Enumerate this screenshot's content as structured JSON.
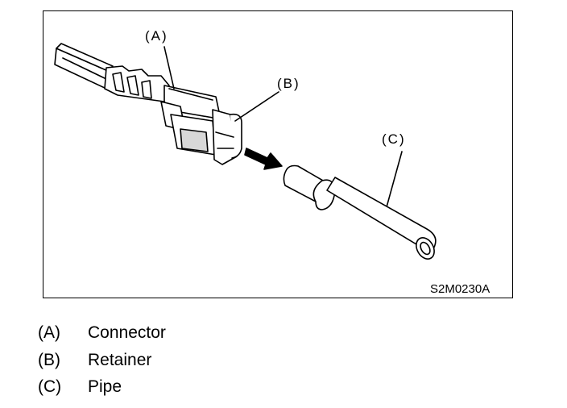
{
  "figure": {
    "code": "S2M0230A",
    "callouts": {
      "a": "(A)",
      "b": "(B)",
      "c": "(C)"
    }
  },
  "legend": [
    {
      "key": "(A)",
      "label": "Connector"
    },
    {
      "key": "(B)",
      "label": "Retainer"
    },
    {
      "key": "(C)",
      "label": "Pipe"
    }
  ]
}
